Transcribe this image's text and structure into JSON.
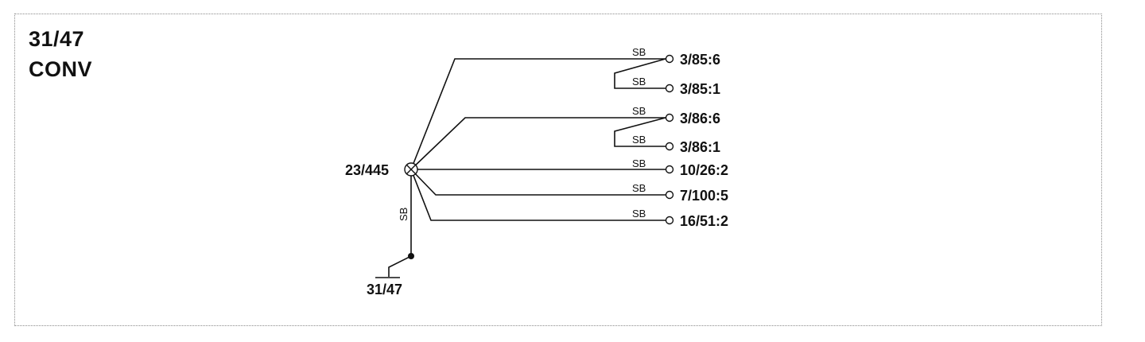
{
  "title": {
    "line1": "31/47",
    "line2": "CONV"
  },
  "splice": {
    "label": "23/445"
  },
  "ground": {
    "label": "31/47",
    "wire_color": "SB"
  },
  "connectors": [
    {
      "label": "3/85:6",
      "wire_color": "SB"
    },
    {
      "label": "3/85:1",
      "wire_color": "SB"
    },
    {
      "label": "3/86:6",
      "wire_color": "SB"
    },
    {
      "label": "3/86:1",
      "wire_color": "SB"
    },
    {
      "label": "10/26:2",
      "wire_color": "SB"
    },
    {
      "label": "7/100:5",
      "wire_color": "SB"
    },
    {
      "label": "16/51:2",
      "wire_color": "SB"
    }
  ]
}
